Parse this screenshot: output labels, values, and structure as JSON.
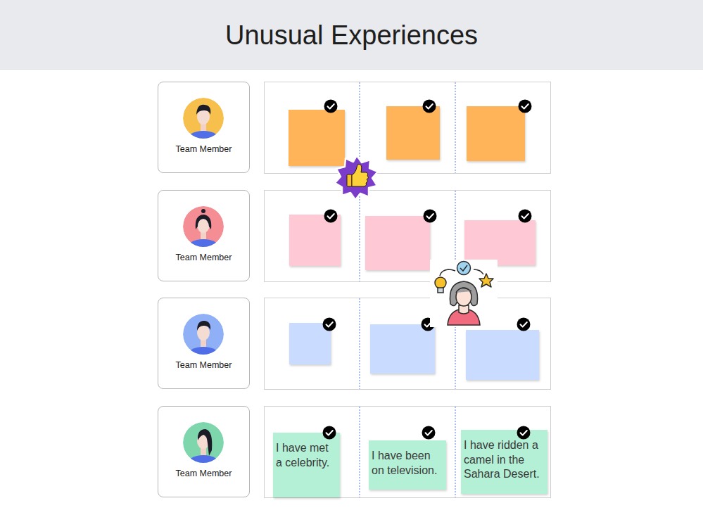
{
  "diagram": {
    "title": "Unusual Experiences",
    "nodes": [
      {
        "text": [
          "Team Member"
        ]
      },
      {
        "text": [
          "Team Member"
        ]
      },
      {
        "text": [
          "Team Member"
        ]
      },
      {
        "text": [
          "Team Member"
        ]
      },
      {
        "text": [
          "I have met a celebrity."
        ]
      },
      {
        "text": [
          "I have been on television."
        ]
      },
      {
        "text": [
          "I have ridden a camel in the Sahara Desert."
        ]
      }
    ]
  }
}
